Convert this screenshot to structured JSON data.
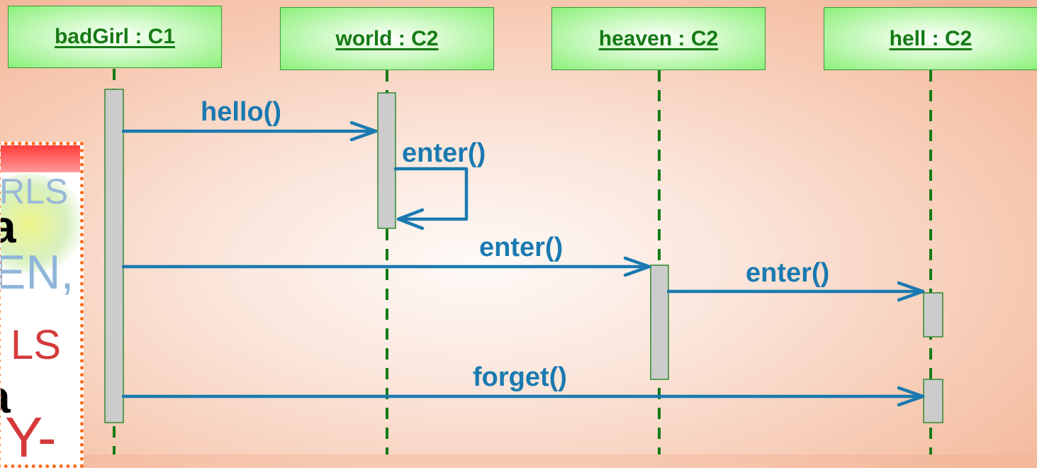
{
  "lifelines": [
    {
      "id": "badgirl",
      "label": "badGirl : C1"
    },
    {
      "id": "world",
      "label": "world : C2"
    },
    {
      "id": "heaven",
      "label": "heaven : C2"
    },
    {
      "id": "hell",
      "label": "hell : C2"
    }
  ],
  "messages": {
    "hello": "hello()",
    "enter_self": "enter()",
    "enter_heaven": "enter()",
    "enter_hell": "enter()",
    "forget": "forget()"
  },
  "poster": {
    "line1": "RLS",
    "line2": "a",
    "line3": "EN,",
    "line4": "LS",
    "line5": "a",
    "line6": "Y-"
  },
  "colors": {
    "lifeline_green": "#157a15",
    "message_blue": "#1a7ab0",
    "activation_gray": "#cccccc",
    "poster_border": "#ff6a1a"
  }
}
